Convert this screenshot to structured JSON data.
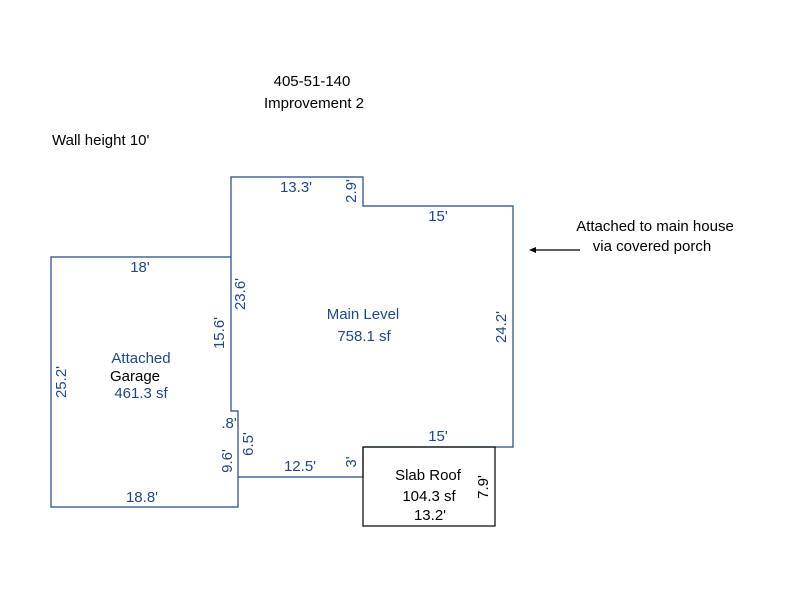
{
  "header": {
    "parcel": "405-51-140",
    "improvement": "Improvement 2"
  },
  "wall_height": "Wall height 10'",
  "note": {
    "line1": "Attached to main house",
    "line2": "via covered porch"
  },
  "main": {
    "name": "Main Level",
    "area": "758.1 sf",
    "dims": {
      "top_left": "13.3'",
      "step": "2.9'",
      "top_right": "15'",
      "right": "24.2'",
      "bottom": "15'",
      "left_upper": "23.6'",
      "left_lower": "15.6'",
      "jog": ".8'",
      "left_bottom": "6.5'",
      "bottom_left": "12.5'",
      "bottom_step": "3'"
    }
  },
  "garage": {
    "name1": "Attached",
    "name2": "Garage",
    "area": "461.3 sf",
    "dims": {
      "top": "18'",
      "left": "25.2'",
      "bottom": "18.8'",
      "right": "9.6'"
    }
  },
  "slab": {
    "name": "Slab Roof",
    "area": "104.3 sf",
    "bottom": "13.2'",
    "right": "7.9'"
  },
  "colors": {
    "line": "#1f4788",
    "text": "#1f4788"
  }
}
